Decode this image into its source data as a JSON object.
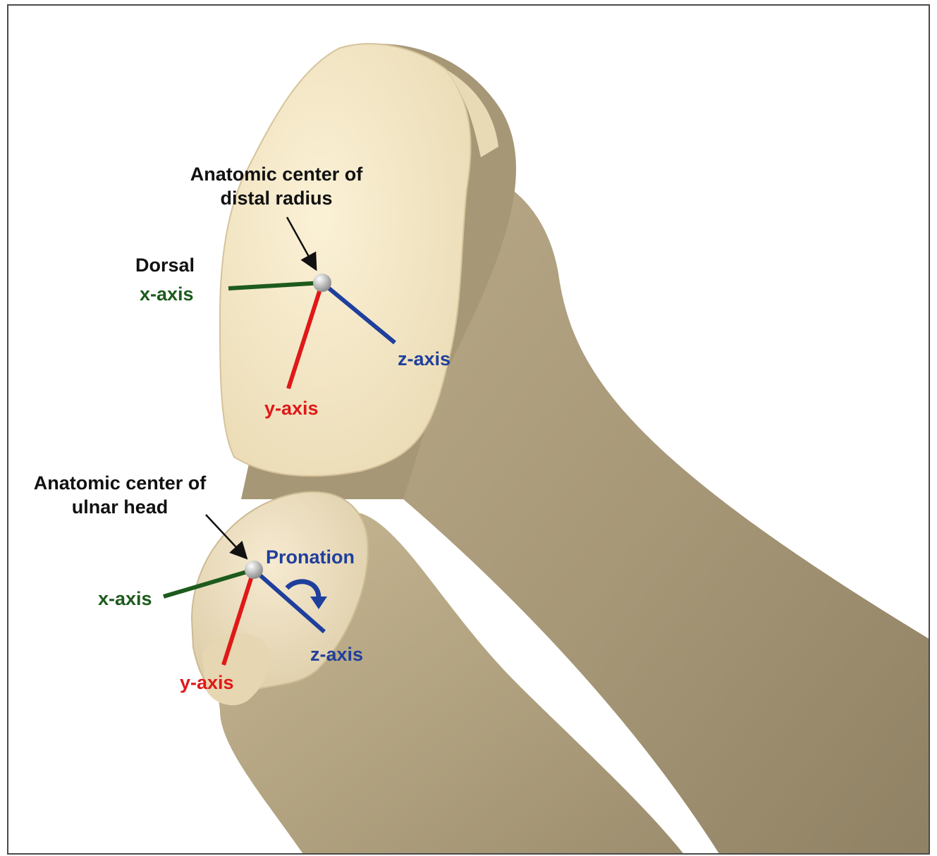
{
  "labels": {
    "radius_center_line1": "Anatomic center of",
    "radius_center_line2": "distal radius",
    "dorsal": "Dorsal",
    "radius_x_axis": "x-axis",
    "radius_z_axis": "z-axis",
    "radius_y_axis": "y-axis",
    "ulna_center_line1": "Anatomic center of",
    "ulna_center_line2": "ulnar head",
    "pronation": "Pronation",
    "ulna_x_axis": "x-axis",
    "ulna_z_axis": "z-axis",
    "ulna_y_axis": "y-axis"
  },
  "colors": {
    "bone_face": "#f3e6c3",
    "bone_shaft": "#a69777",
    "bone_shadow": "#6e6248",
    "x_axis": "#1d5b1d",
    "y_axis": "#e01818",
    "z_axis": "#1f3f9c",
    "pointer": "#111111"
  }
}
